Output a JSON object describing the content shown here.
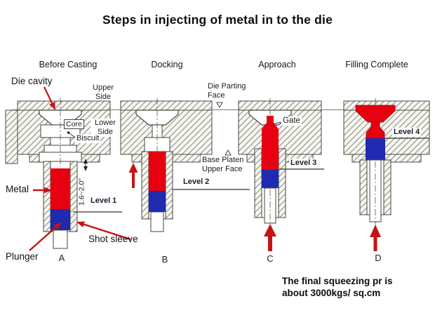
{
  "title": "Steps in injecting of metal in to the die",
  "stage_headers": {
    "a": "Before Casting",
    "b": "Docking",
    "c": "Approach",
    "d": "Filling Complete"
  },
  "stage_letters": {
    "a": "A",
    "b": "B",
    "c": "C",
    "d": "D"
  },
  "labels": {
    "die_cavity": "Die cavity",
    "upper_side": "Upper\nSide",
    "lower_side": "Lower\nSide",
    "core": "Core",
    "biscuit": "Biscuit",
    "metal": "Metal",
    "dimension": "1.6~2.0\"",
    "level_1": "Level 1",
    "level_2": "Level 2",
    "level_3": "Level 3",
    "level_4": "Level 4",
    "shot_sleeve": "Shot sleeve",
    "plunger": "Plunger",
    "die_parting_face": "Die Parting\nFace",
    "base_platen_upper_face": "Base Platen\nUpper Face",
    "gate": "Gate"
  },
  "note": "The final squeezing pr is\nabout 3000kgs/ sq.cm",
  "colors": {
    "metal_red": "#e60010",
    "plunger_blue": "#1f2ab0",
    "annotation_red": "#c41414"
  }
}
